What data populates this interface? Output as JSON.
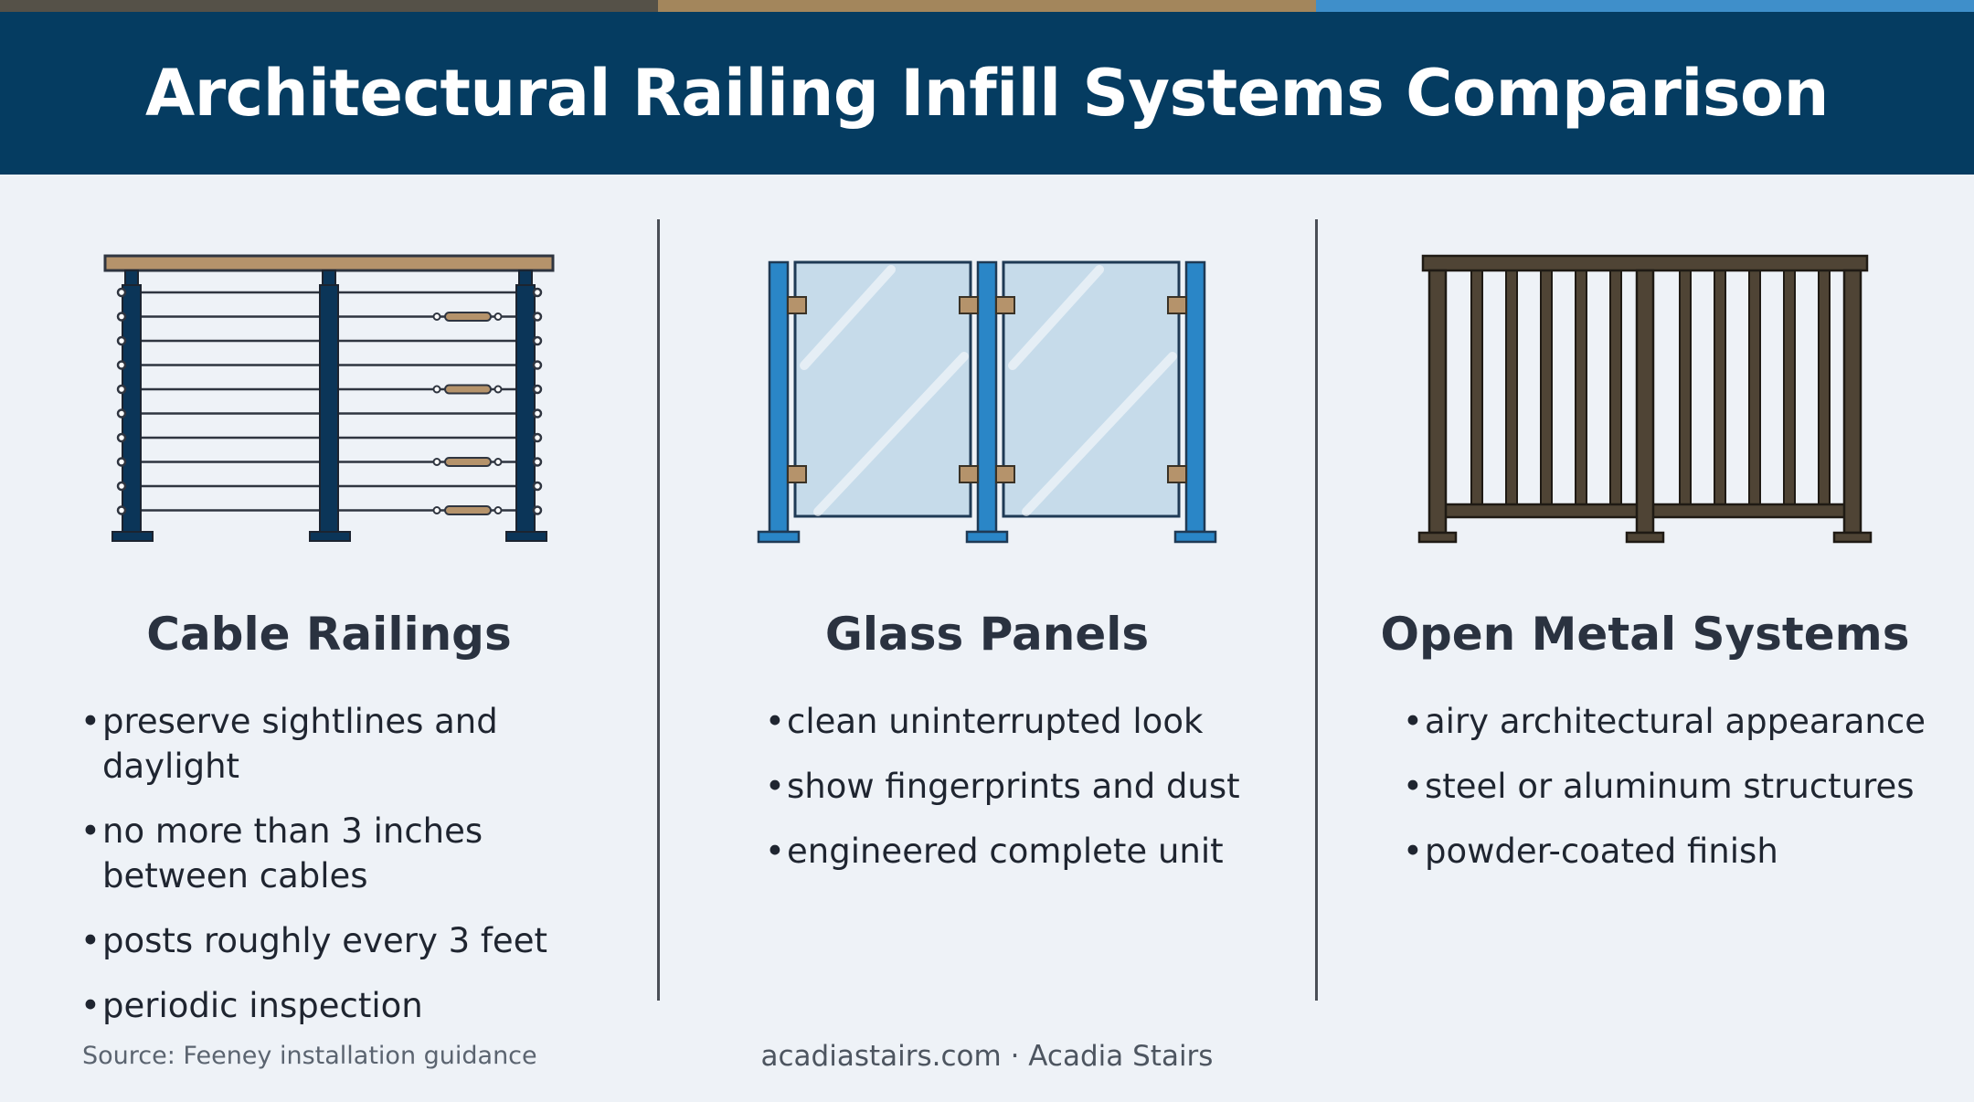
{
  "header": {
    "title": "Architectural Railing Infill Systems Comparison"
  },
  "colors": {
    "strip": [
      "#555148",
      "#a3865c",
      "#3f8fca"
    ],
    "header_bg": "#053c61",
    "cable_post": "#0b3558",
    "cable_rail": "#b5936b",
    "glass_post": "#2a86c7",
    "glass_fill": "#c6dbea",
    "metal": "#4f4435"
  },
  "columns": [
    {
      "illustration": "cable-railing-illustration",
      "heading": "Cable Railings",
      "bullets": [
        "preserve sightlines and daylight",
        "no more than 3 inches between cables",
        "posts roughly every 3 feet",
        "periodic inspection"
      ]
    },
    {
      "illustration": "glass-panel-illustration",
      "heading": "Glass Panels",
      "bullets": [
        "clean uninterrupted look",
        "show fingerprints and dust",
        "engineered complete unit"
      ]
    },
    {
      "illustration": "metal-baluster-illustration",
      "heading": "Open Metal Systems",
      "bullets": [
        "airy architectural appearance",
        "steel or aluminum structures",
        "powder-coated finish"
      ]
    }
  ],
  "footer": {
    "source": "Source: Feeney installation guidance",
    "credit": "acadiastairs.com · Acadia Stairs"
  }
}
